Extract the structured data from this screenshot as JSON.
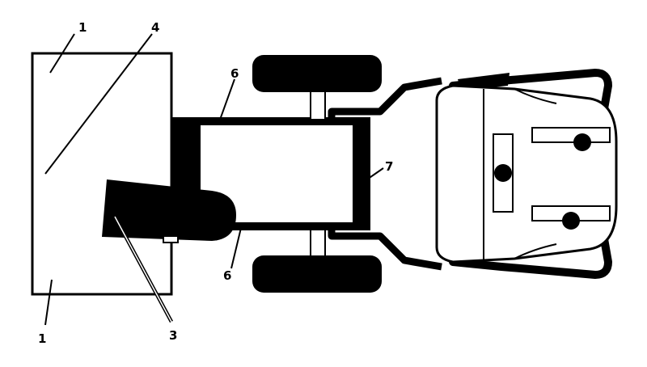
{
  "diagram": {
    "callouts": {
      "top_left": "1",
      "top_center": "4",
      "upper_mid": "6",
      "right_mid": "7",
      "lower_mid": "6",
      "bottom_left": "1",
      "bottom_center": "3"
    },
    "colors": {
      "ink": "#000000",
      "paper": "#ffffff"
    }
  }
}
